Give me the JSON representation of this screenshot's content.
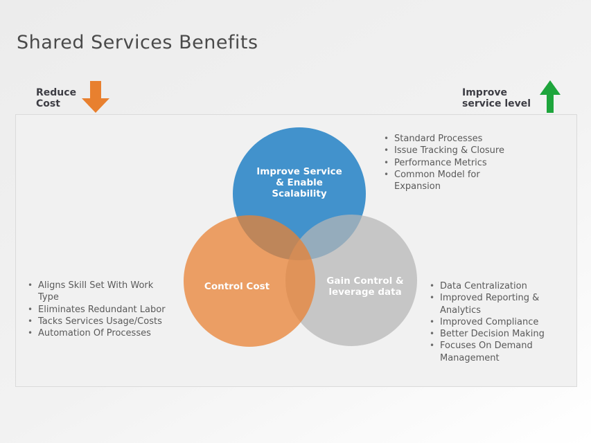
{
  "title": "Shared Services Benefits",
  "top_labels": {
    "reduce_cost": "Reduce\nCost",
    "improve_service_level": "Improve\nservice level"
  },
  "arrows": {
    "down_color": "#E8802F",
    "up_color": "#1EA53C"
  },
  "venn": {
    "circles": [
      {
        "id": "improve-service",
        "label": "Improve Service\n& Enable\nScalability",
        "color": "#4292CC",
        "text_color": "#FFFFFF"
      },
      {
        "id": "control-cost",
        "label": "Control Cost",
        "color": "#E88234",
        "text_color": "#FFFFFF"
      },
      {
        "id": "gain-control",
        "label": "Gain Control &\nleverage data",
        "color": "#B5B5B5",
        "text_color": "#FFFFFF"
      }
    ]
  },
  "lists": {
    "service": {
      "items": [
        "Standard Processes",
        "Issue Tracking & Closure",
        "Performance Metrics",
        "Common Model for\nExpansion"
      ]
    },
    "cost": {
      "items": [
        "Aligns Skill Set With Work\nType",
        "Eliminates Redundant Labor",
        "Tacks Services Usage/Costs",
        "Automation Of Processes"
      ]
    },
    "data": {
      "items": [
        "Data Centralization",
        "Improved Reporting &\nAnalytics",
        "Improved Compliance",
        "Better Decision Making",
        "Focuses On Demand\nManagement"
      ]
    }
  }
}
